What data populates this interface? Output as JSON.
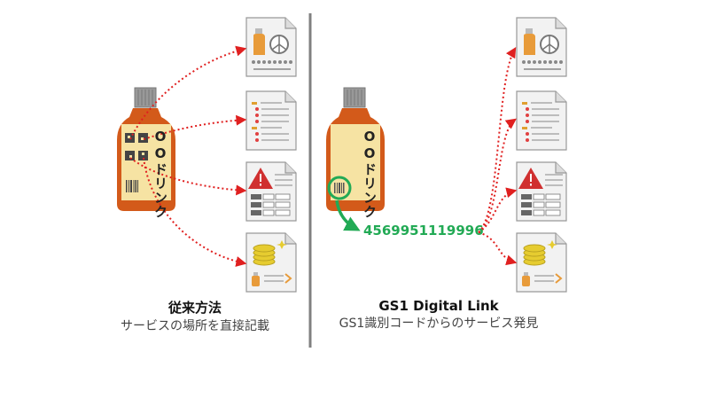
{
  "left": {
    "title": "従来方法",
    "subtitle": "サービスの場所を直接記載",
    "bottle_label": "OOドリンク"
  },
  "right": {
    "title": "GS1 Digital Link",
    "subtitle": "GS1識別コードからのサービス発見",
    "bottle_label": "OOドリンク",
    "code": "4569951119996"
  },
  "colors": {
    "arrow": "#e02020",
    "bottle": "#d35a1a",
    "label": "#f6e3a3",
    "highlight": "#22aa55",
    "divider": "#808080"
  }
}
